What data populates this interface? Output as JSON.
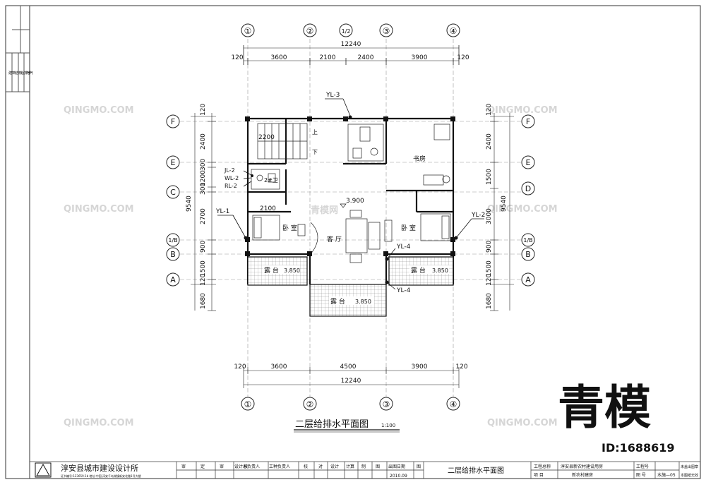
{
  "grid_axes_vertical": [
    {
      "label": "①",
      "pos": "1"
    },
    {
      "label": "②",
      "pos": "2"
    },
    {
      "label": "1/2",
      "pos": "h"
    },
    {
      "label": "③",
      "pos": "3"
    },
    {
      "label": "④",
      "pos": "4"
    }
  ],
  "grid_axes_horizontal": [
    "F",
    "E",
    "D",
    "C",
    "1/B",
    "B",
    "A"
  ],
  "dims_top": {
    "total": "12240",
    "segments": [
      "120",
      "3600",
      "2100",
      "2400",
      "3900",
      "120"
    ]
  },
  "dims_bottom": {
    "total": "12240",
    "segments": [
      "120",
      "3600",
      "4500",
      "3900",
      "120"
    ]
  },
  "dims_left": {
    "total": "9540",
    "segments": [
      "120",
      "2400",
      "300",
      "1200",
      "300",
      "2700",
      "900",
      "1500",
      "120",
      "1680"
    ]
  },
  "dims_right": {
    "total": "9540",
    "segments": [
      "120",
      "2400",
      "1500",
      "3000",
      "900",
      "1500",
      "120",
      "1680"
    ]
  },
  "pipe_labels": {
    "yl1": "YL-1",
    "yl2": "YL-2",
    "yl3": "YL-3",
    "yl4a": "YL-4",
    "yl4b": "YL-4",
    "jl2": "JL-2",
    "wl2": "WL-2",
    "rl2": "RL-2"
  },
  "room_labels": {
    "study": "书房",
    "bedroom_left": "卧 室",
    "bedroom_right": "卧 室",
    "living": "客 厅",
    "balcony_left": "露 台",
    "balcony_right": "露 台",
    "balcony_center": "露 台",
    "stairs_up": "上",
    "stairs_down": "下",
    "bath_label": "2#卫"
  },
  "elevations": {
    "main": "3.900",
    "left_balcony": "3.850",
    "right_balcony": "3.850",
    "center_balcony": "3.850",
    "stair": "2200",
    "bed": "2100"
  },
  "drawing_title": "二层给排水平面图",
  "drawing_scale": "1:100",
  "title_block": {
    "company": "淳安县城市建设设计所",
    "license": "证书编号:123659-1b  地址:中国,淳安千岛湖镇新安北路1号大楼",
    "cells": [
      "审",
      "定",
      "审",
      "核",
      "设计总负责人",
      "工种负责人",
      "校",
      "对",
      "设计",
      "计算",
      "制",
      "图"
    ],
    "date_label": "出图日期",
    "date": "2010.09",
    "fig_label": "图",
    "sheet_title": "二层给排水平面图",
    "project_owner_label": "工程总称",
    "project_owner": "淳安县新农村建设用房",
    "item_label": "项  目",
    "item": "新农村建房",
    "project_no_label": "工程号",
    "drawing_no_label": "图  号",
    "drawing_no": "水施—05",
    "stamp1": "未盖出图章",
    "stamp2": "本图纸无效"
  },
  "side_strip": [
    "建筑",
    "结构",
    "给排水",
    "电气"
  ],
  "watermark": {
    "brand": "QINGMO.COM",
    "cn": "青模网",
    "big": "青模",
    "id": "ID:1688619"
  }
}
